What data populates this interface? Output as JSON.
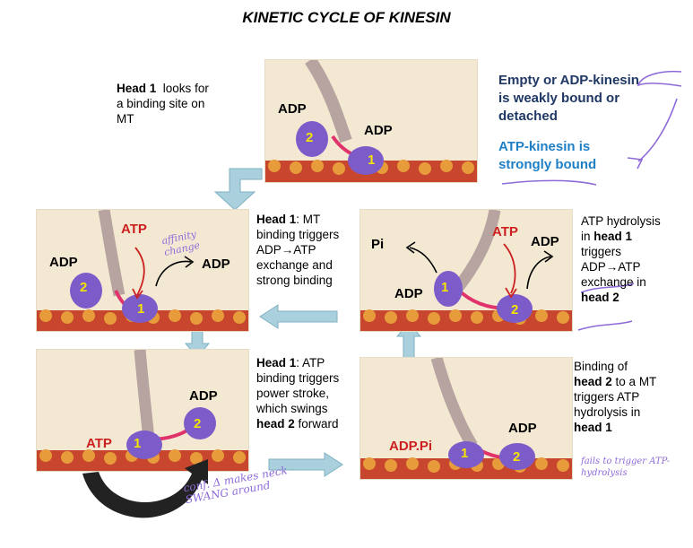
{
  "title": "KINETIC CYCLE OF KINESIN",
  "legend": {
    "weak": "Empty or ADP-kinesin is weakly bound or detached",
    "strong": "ATP-kinesin is strongly bound",
    "weak_color": "#1f3864",
    "strong_color": "#1f7fc4"
  },
  "steps": [
    {
      "head": "Head 1",
      "text": "looks for a binding site on MT"
    },
    {
      "head": "Head 1",
      "text": ": MT binding triggers ADP→ATP exchange and strong binding"
    },
    {
      "head": "Head 1",
      "text": ": ATP binding triggers power stroke, which swings",
      "head2": "head 2",
      "tail": "forward"
    },
    {
      "pre": "Binding of",
      "head": "head 2",
      "mid": "to a MT triggers ATP hydrolysis in",
      "head1": "head 1"
    },
    {
      "pre": "ATP hydrolysis in",
      "head": "head 1",
      "mid": "triggers ADP→ATP exchange in",
      "head2": "head 2"
    }
  ],
  "labels": {
    "adp": "ADP",
    "atp": "ATP",
    "pi": "Pi",
    "adppi": "ADP.Pi",
    "one": "1",
    "two": "2"
  },
  "notes": {
    "affinity": "affinity change",
    "conf": "conf. Δ makes neck SWANG around",
    "fails": "fails to trigger ATP-hydrolysis"
  },
  "colors": {
    "atp": "#cc1f1f",
    "head": "#7b5cc9",
    "label_num": "#f5e400",
    "annotation": "#8e6ad9",
    "arrow": "#a9d0dc"
  }
}
